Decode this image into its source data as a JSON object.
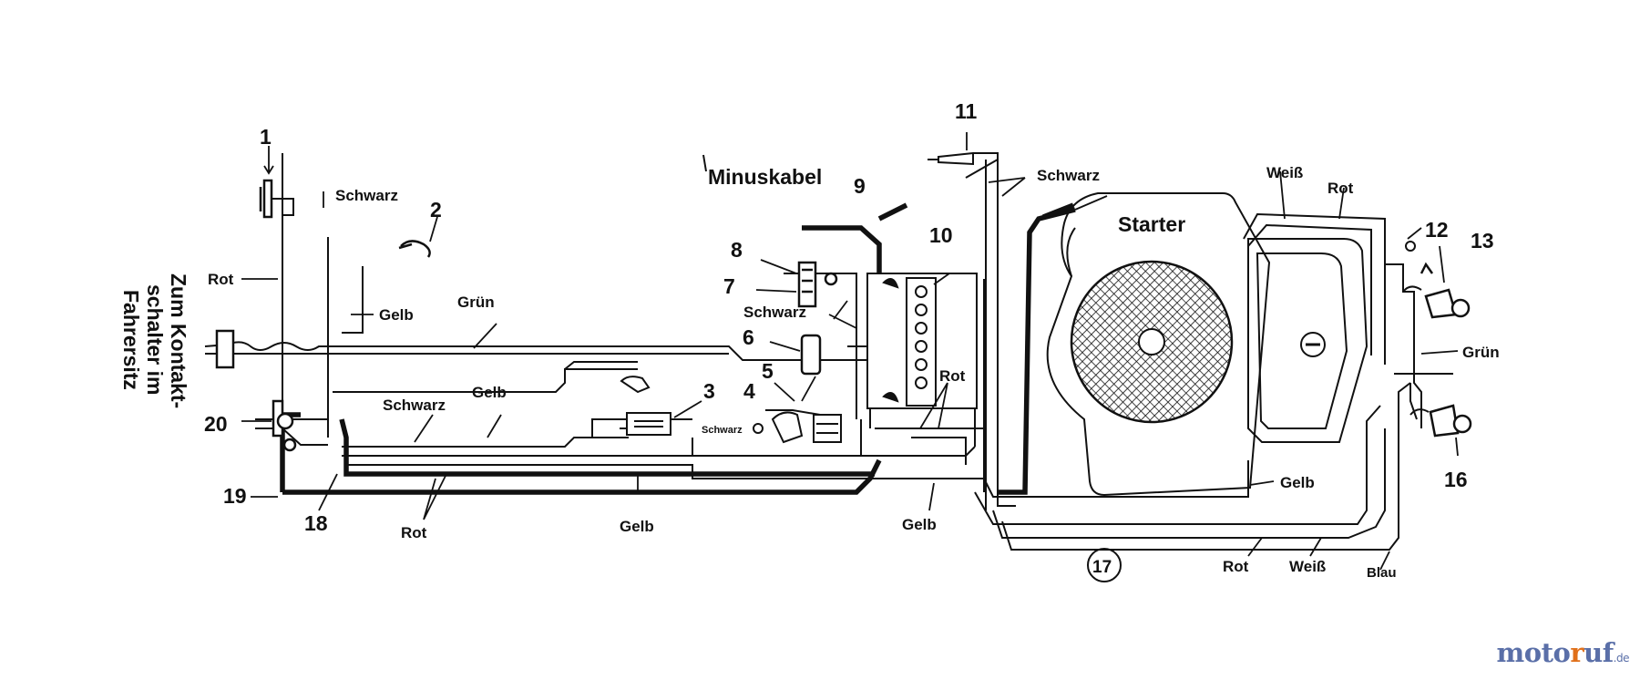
{
  "labels": {
    "minuskabel": "Minuskabel",
    "starter": "Starter",
    "schwarz_top": "Schwarz",
    "schwarz_left": "Schwarz",
    "schwarz_mid": "Schwarz",
    "schwarz_bottom": "Schwarz",
    "schwarz_small": "Schwarz",
    "rot_left": "Rot",
    "rot_bottom": "Rot",
    "rot_mid": "Rot",
    "rot_top_right": "Rot",
    "rot_right_bottom": "Rot",
    "gelb_left": "Gelb",
    "gelb_mid": "Gelb",
    "gelb_bottom": "Gelb",
    "gelb_center": "Gelb",
    "gelb_right": "Gelb",
    "gruen_left": "Grün",
    "gruen_right": "Grün",
    "weiss_top": "Weiß",
    "weiss_bottom": "Weiß",
    "blau": "Blau",
    "vertical_1": "Zum Kontakt-",
    "vertical_2": "schalter im",
    "vertical_3": "Fahrersitz"
  },
  "numbers": {
    "n1": "1",
    "n2": "2",
    "n3": "3",
    "n4": "4",
    "n5": "5",
    "n6": "6",
    "n7": "7",
    "n8": "8",
    "n9": "9",
    "n10": "10",
    "n11": "11",
    "n12": "12",
    "n13": "13",
    "n16": "16",
    "n17": "17",
    "n18": "18",
    "n19": "19",
    "n20": "20"
  },
  "logo": {
    "part1": "moto",
    "part2": "r",
    "part3": "uf",
    "tld": ".de"
  }
}
